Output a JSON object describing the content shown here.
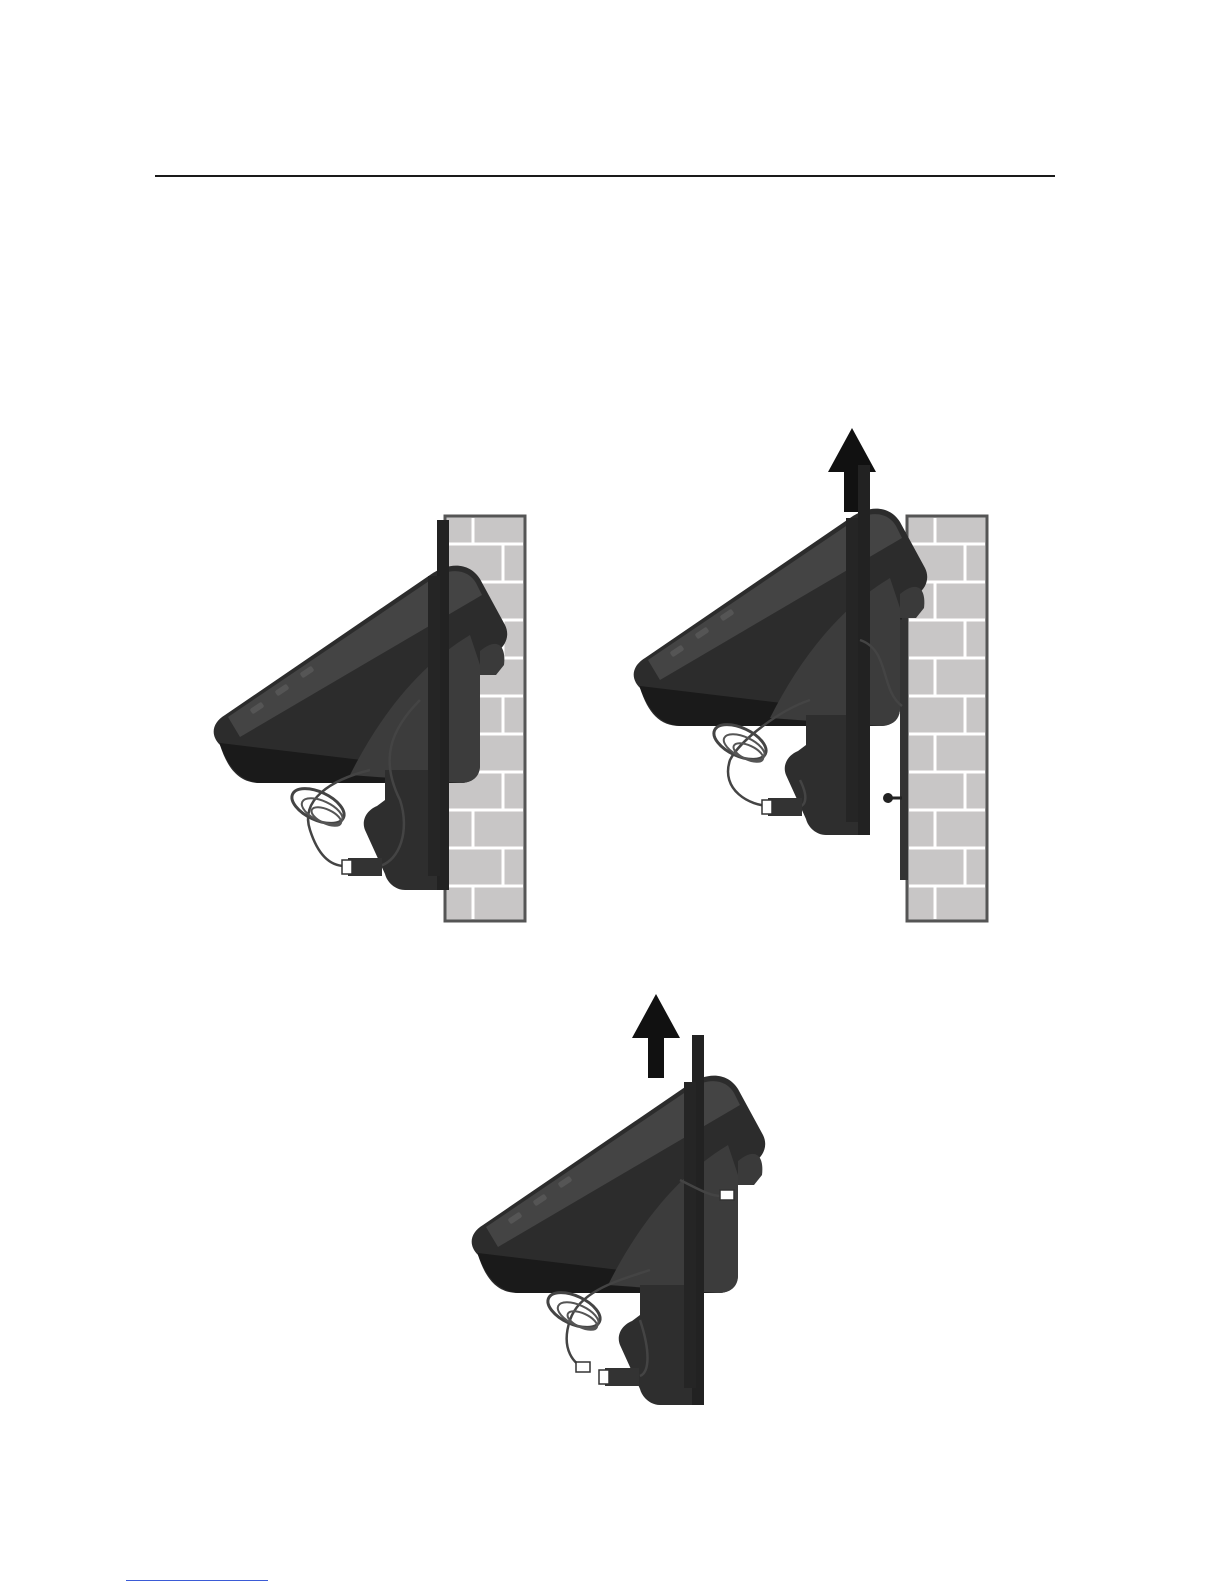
{
  "page": {
    "title": "",
    "colors": {
      "rule": "#1a1a1a",
      "phone_body": "#3a3a3a",
      "phone_dark": "#1e1e1e",
      "phone_highlight": "#5a5a5a",
      "brick_fill": "#c8c6c6",
      "brick_mortar": "#ffffff",
      "brick_outline": "#555555",
      "cord": "#444444",
      "arrow": "#111111",
      "footer_link": "#3b5bd6"
    }
  },
  "figures": [
    {
      "id": "fig-phone-mounted",
      "icons": [
        "phone-base-icon",
        "brick-wall-icon",
        "line-cord-icon",
        "modular-jack-icon"
      ]
    },
    {
      "id": "fig-phone-lifting",
      "icons": [
        "upward-arrow-icon",
        "phone-base-icon",
        "brick-wall-icon",
        "mounting-screw-icon",
        "line-cord-icon",
        "modular-jack-icon"
      ]
    },
    {
      "id": "fig-phone-removed",
      "icons": [
        "upward-arrow-icon",
        "phone-base-icon",
        "line-cord-icon",
        "modular-jack-icon",
        "telephone-plug-icon"
      ]
    }
  ]
}
